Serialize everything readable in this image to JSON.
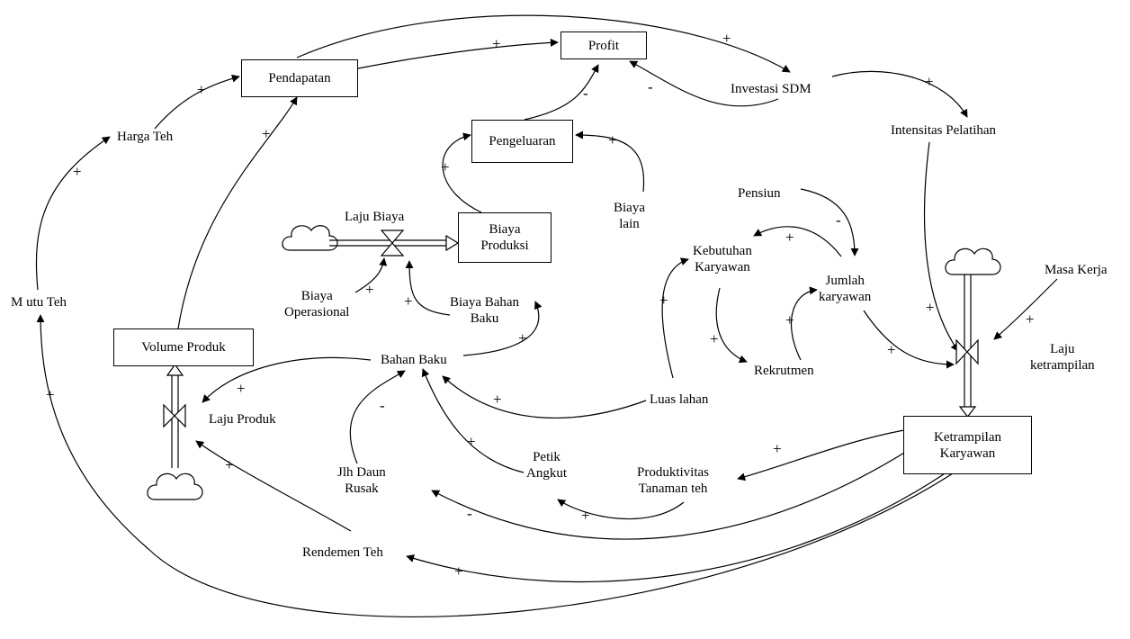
{
  "nodes": {
    "profit": "Profit",
    "pendapatan": "Pendapatan",
    "pengeluaran": "Pengeluaran",
    "biaya_produksi": "Biaya\nProduksi",
    "volume_produk": "Volume Produk",
    "ketrampilan_karyawan": "Ketrampilan\nKaryawan",
    "investasi_sdm": "Investasi SDM",
    "intensitas_pelatihan": "Intensitas Pelatihan",
    "harga_teh": "Harga Teh",
    "mutu_teh": "M utu Teh",
    "laju_biaya": "Laju Biaya",
    "biaya_lain": "Biaya\nlain",
    "pensiun": "Pensiun",
    "kebutuhan_karyawan": "Kebutuhan\nKaryawan",
    "jumlah_karyawan": "Jumlah\nkaryawan",
    "masa_kerja": "Masa Kerja",
    "laju_ketrampilan": "Laju\nketrampilan",
    "biaya_operasional": "Biaya\nOperasional",
    "biaya_bahan_baku": "Biaya Bahan\nBaku",
    "bahan_baku": "Bahan Baku",
    "laju_produk": "Laju Produk",
    "rekrutmen": "Rekrutmen",
    "luas_lahan": "Luas lahan",
    "petik_angkut": "Petik\nAngkut",
    "jlh_daun_rusak": "Jlh Daun\nRusak",
    "produktivitas_tanaman": "Produktivitas\nTanaman teh",
    "rendemen_teh": "Rendemen Teh"
  },
  "polarity": {
    "plus": "+",
    "minus": "-"
  }
}
